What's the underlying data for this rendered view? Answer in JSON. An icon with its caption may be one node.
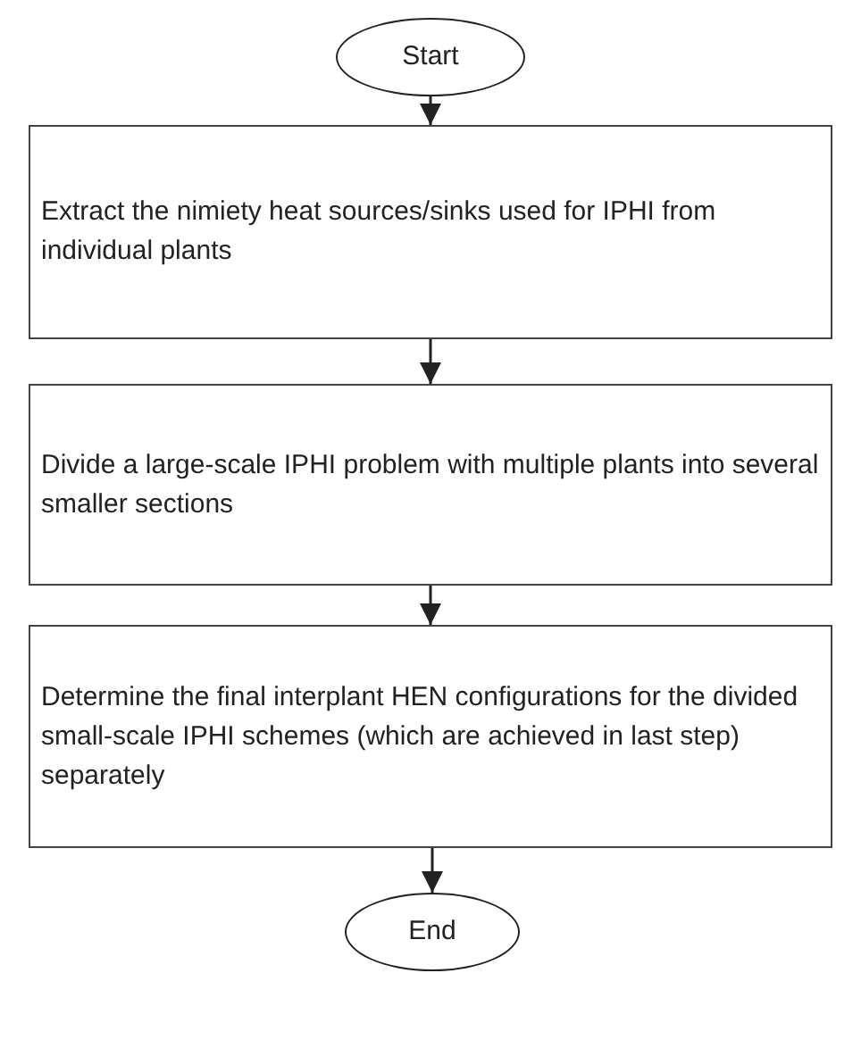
{
  "diagram": {
    "nodes": [
      {
        "text": [
          "Start"
        ]
      },
      {
        "text": [
          "Extract the nimiety heat sources/sinks used for IPHI from individual plants"
        ]
      },
      {
        "text": [
          "Divide a large-scale IPHI problem with multiple plants into several smaller sections"
        ]
      },
      {
        "text": [
          "Determine the final interplant HEN configurations for the divided small-scale IPHI schemes (which are achieved in last step) separately"
        ]
      },
      {
        "text": [
          "End"
        ]
      }
    ],
    "edges": [
      {
        "from": 0,
        "to": 1,
        "arrow": "to"
      },
      {
        "from": 1,
        "to": 2,
        "arrow": "to"
      },
      {
        "from": 2,
        "to": 3,
        "arrow": "to"
      },
      {
        "from": 3,
        "to": 4,
        "arrow": "to"
      }
    ]
  }
}
